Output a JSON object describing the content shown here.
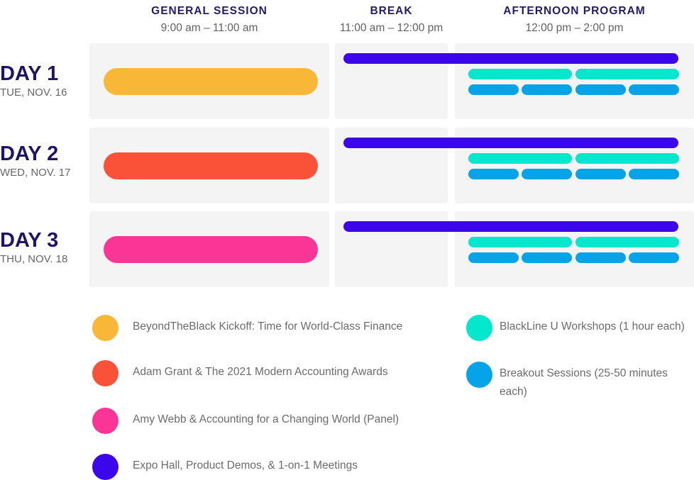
{
  "columns": [
    {
      "title": "GENERAL SESSION",
      "time": "9:00 am – 11:00 am"
    },
    {
      "title": "BREAK",
      "time": "11:00 am – 12:00 pm"
    },
    {
      "title": "AFTERNOON PROGRAM",
      "time": "12:00 pm – 2:00 pm"
    }
  ],
  "days": [
    {
      "name": "DAY 1",
      "date": "TUE, NOV. 16",
      "session_color": "#f9b737"
    },
    {
      "name": "DAY 2",
      "date": "WED, NOV. 17",
      "session_color": "#fa5238"
    },
    {
      "name": "DAY 3",
      "date": "THU, NOV. 18",
      "session_color": "#fb3596"
    }
  ],
  "colors": {
    "expo": "#3b06ec",
    "workshops": "#03e7cd",
    "breakouts": "#06a3e8",
    "panel_bg": "#f4f4f4"
  },
  "legend": [
    {
      "color": "#f9b737",
      "text": "BeyondTheBlack Kickoff: Time for World-Class Finance"
    },
    {
      "color": "#fa5238",
      "text": "Adam Grant & The 2021 Modern Accounting Awards"
    },
    {
      "color": "#fb3596",
      "text": "Amy Webb & Accounting for a Changing World (Panel)"
    },
    {
      "color": "#3b06ec",
      "text": "Expo Hall, Product Demos, & 1-on-1 Meetings"
    },
    {
      "color": "#03e7cd",
      "text": "BlackLine U Workshops (1 hour each)"
    },
    {
      "color": "#06a3e8",
      "text": "Breakout Sessions (25-50 minutes each)"
    }
  ]
}
